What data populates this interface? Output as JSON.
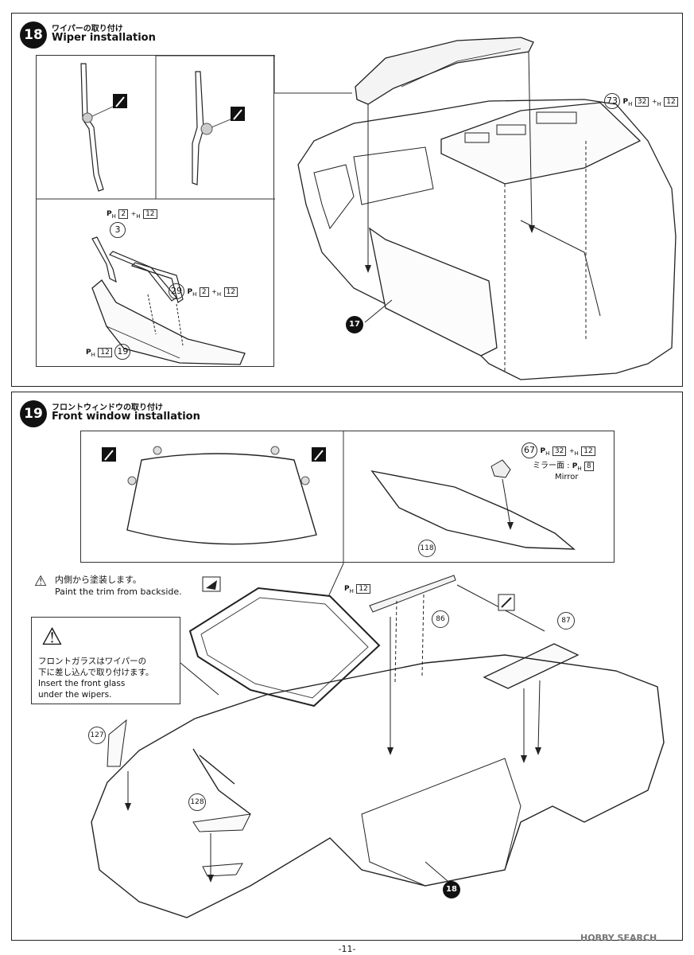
{
  "step18": {
    "number": "18",
    "title_jp": "ワイパーの取り付け",
    "title_en": "Wiper installation",
    "parts": {
      "p3": "3",
      "p17": "17",
      "p19": "19",
      "p29": "29",
      "p73": "73"
    },
    "paints": {
      "ph": "P",
      "h_sub": "H",
      "c2": "2",
      "c12": "12",
      "c32": "32",
      "plus": "+"
    }
  },
  "step19": {
    "number": "19",
    "title_jp": "フロントウィンドウの取り付け",
    "title_en": "Front window installation",
    "parts": {
      "p18": "18",
      "p67": "67",
      "p86": "86",
      "p87": "87",
      "p118": "118",
      "p127": "127",
      "p128": "128"
    },
    "mirror_jp": "ミラー面 :",
    "mirror_en": "Mirror",
    "c8": "8",
    "backside_jp": "内側から塗装します。",
    "backside_en": "Paint the trim from backside.",
    "warning_jp_1": "フロントガラスはワイパーの",
    "warning_jp_2": "下に差し込んで取り付けます。",
    "warning_en_1": "Insert the front glass",
    "warning_en_2": "under the wipers."
  },
  "footer": {
    "page_number": "-11-",
    "watermark": "HOBBY SEARCH"
  }
}
